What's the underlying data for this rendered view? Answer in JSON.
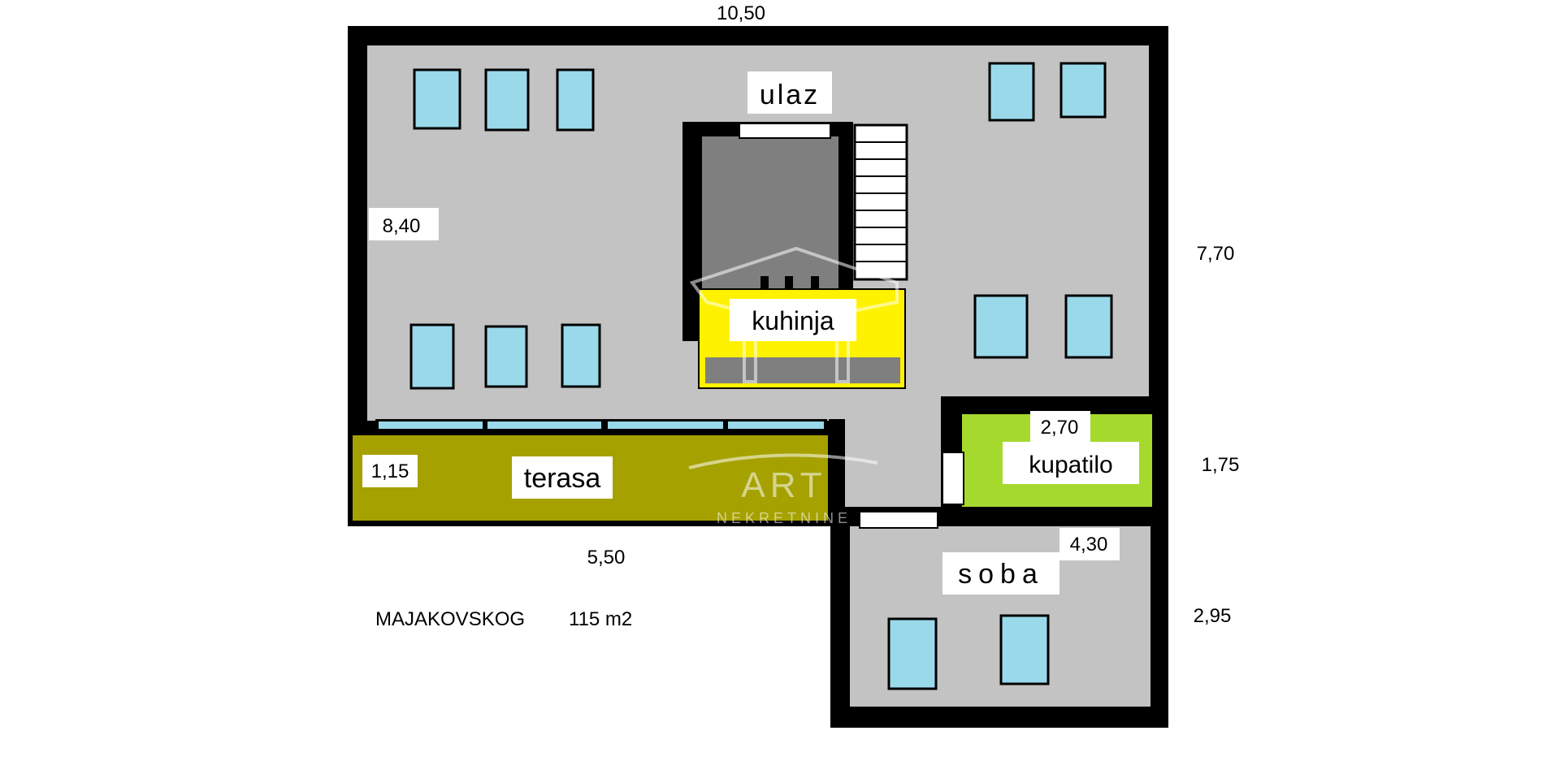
{
  "dimensions": {
    "top": "10,50",
    "left": "8,40",
    "right": "7,70",
    "terasa_depth": "1,15",
    "bottom_terasa": "5,50",
    "kupatilo_width": "2,70",
    "kupatilo_depth": "1,75",
    "soba_width": "4,30",
    "soba_depth": "2,95"
  },
  "rooms": {
    "ulaz": "ulaz",
    "kuhinja": "kuhinja",
    "terasa": "terasa",
    "kupatilo": "kupatilo",
    "soba": "soba"
  },
  "caption": {
    "street": "MAJAKOVSKOG",
    "area": "115 m2"
  },
  "watermark": {
    "brand": "ART",
    "sub": "NEKRETNINE"
  },
  "colors": {
    "wall": "#000000",
    "floor": "#c3c3c3",
    "window": "#99d9ea",
    "kitchen": "#fff200",
    "kitchen_counter": "#7f7f7f",
    "stairwell": "#7f7f7f",
    "terasa": "#a5a100",
    "kupatilo": "#a6d92e",
    "label_bg": "#ffffff"
  }
}
